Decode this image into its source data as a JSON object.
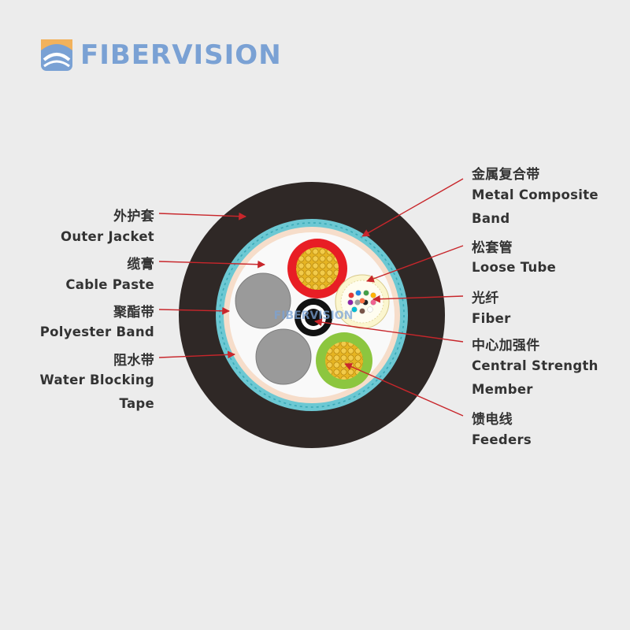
{
  "brand": {
    "name": "FIBERVISION",
    "watermark": "FIBERVISION",
    "logo_icon": "fibervision-logo-icon",
    "colors": {
      "brand_blue": "#7aa1d4",
      "brand_orange": "#f2b25c"
    }
  },
  "labels": {
    "left": [
      {
        "zh": "外护套",
        "en": "Outer Jacket"
      },
      {
        "zh": "缆膏",
        "en": "Cable Paste"
      },
      {
        "zh": "聚酯带",
        "en": "Polyester Band"
      },
      {
        "zh": "阻水带",
        "en": "Water Blocking",
        "en2": "Tape"
      }
    ],
    "right": [
      {
        "zh": "金属复合带",
        "en": "Metal Composite",
        "en2": "Band"
      },
      {
        "zh": "松套管",
        "en": "Loose Tube"
      },
      {
        "zh": "光纤",
        "en": "Fiber"
      },
      {
        "zh": "中心加强件",
        "en": "Central Strength",
        "en2": "Member"
      },
      {
        "zh": "馈电线",
        "en": "Feeders"
      }
    ]
  },
  "colors": {
    "outer_jacket": "#2f2826",
    "metal_band": "#6cc8d3",
    "polyester_band": "#f6ddca",
    "cable_paste": "#f9f9f9",
    "filler": "#9a9a9a",
    "feeder_red": "#e81e25",
    "feeder_green": "#8cc63f",
    "copper": "#e6b422",
    "loose_tube": "#fbf6cf",
    "central_member": "#111111",
    "arrow": "#c8262b"
  },
  "fibers": [
    "#e53935",
    "#1e88e5",
    "#43a047",
    "#ffb300",
    "#8e24aa",
    "#9e9e9e",
    "#212121",
    "#f06292",
    "#00bcd4",
    "#795548",
    "#ffffff",
    "#ff7043"
  ]
}
